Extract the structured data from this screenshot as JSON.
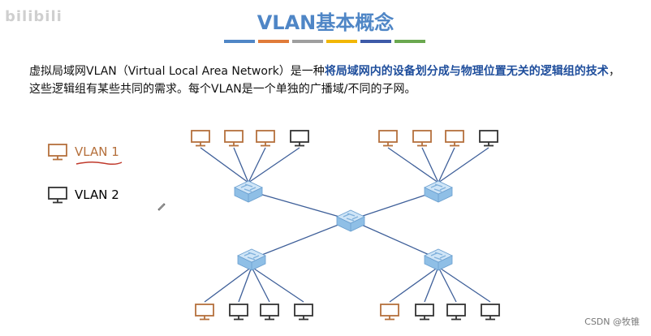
{
  "watermark": "bilibili",
  "title": "VLAN基本概念",
  "color_bar": [
    "#4f86c6",
    "#e07b39",
    "#9e9e9e",
    "#f2b705",
    "#3d5aa8",
    "#6aa84f"
  ],
  "description": {
    "part1": "虚拟局域网VLAN（Virtual Local Area Network）是一种",
    "highlight": "将局域网内的设备划分成与物理位置无关的逻辑组的技术",
    "part2": "，这些逻辑组有某些共同的需求。每个VLAN是一个单独的广播域/不同的子网。"
  },
  "legend": {
    "vlan1_label": "VLAN 1",
    "vlan1_color": "#b5703c",
    "vlan2_label": "VLAN 2",
    "vlan2_color": "#333333"
  },
  "diagram": {
    "switch_colors": {
      "top": "#cfe5f7",
      "side": "#8fbfe6",
      "arrow": "#ffffff"
    },
    "groups": [
      [
        "vlan1",
        "vlan1",
        "vlan1",
        "vlan2"
      ],
      [
        "vlan1",
        "vlan1",
        "vlan1",
        "vlan2"
      ],
      [
        "vlan1",
        "vlan2",
        "vlan2",
        "vlan2"
      ],
      [
        "vlan1",
        "vlan2",
        "vlan2",
        "vlan2"
      ]
    ]
  },
  "footer": "CSDN @牧锥"
}
